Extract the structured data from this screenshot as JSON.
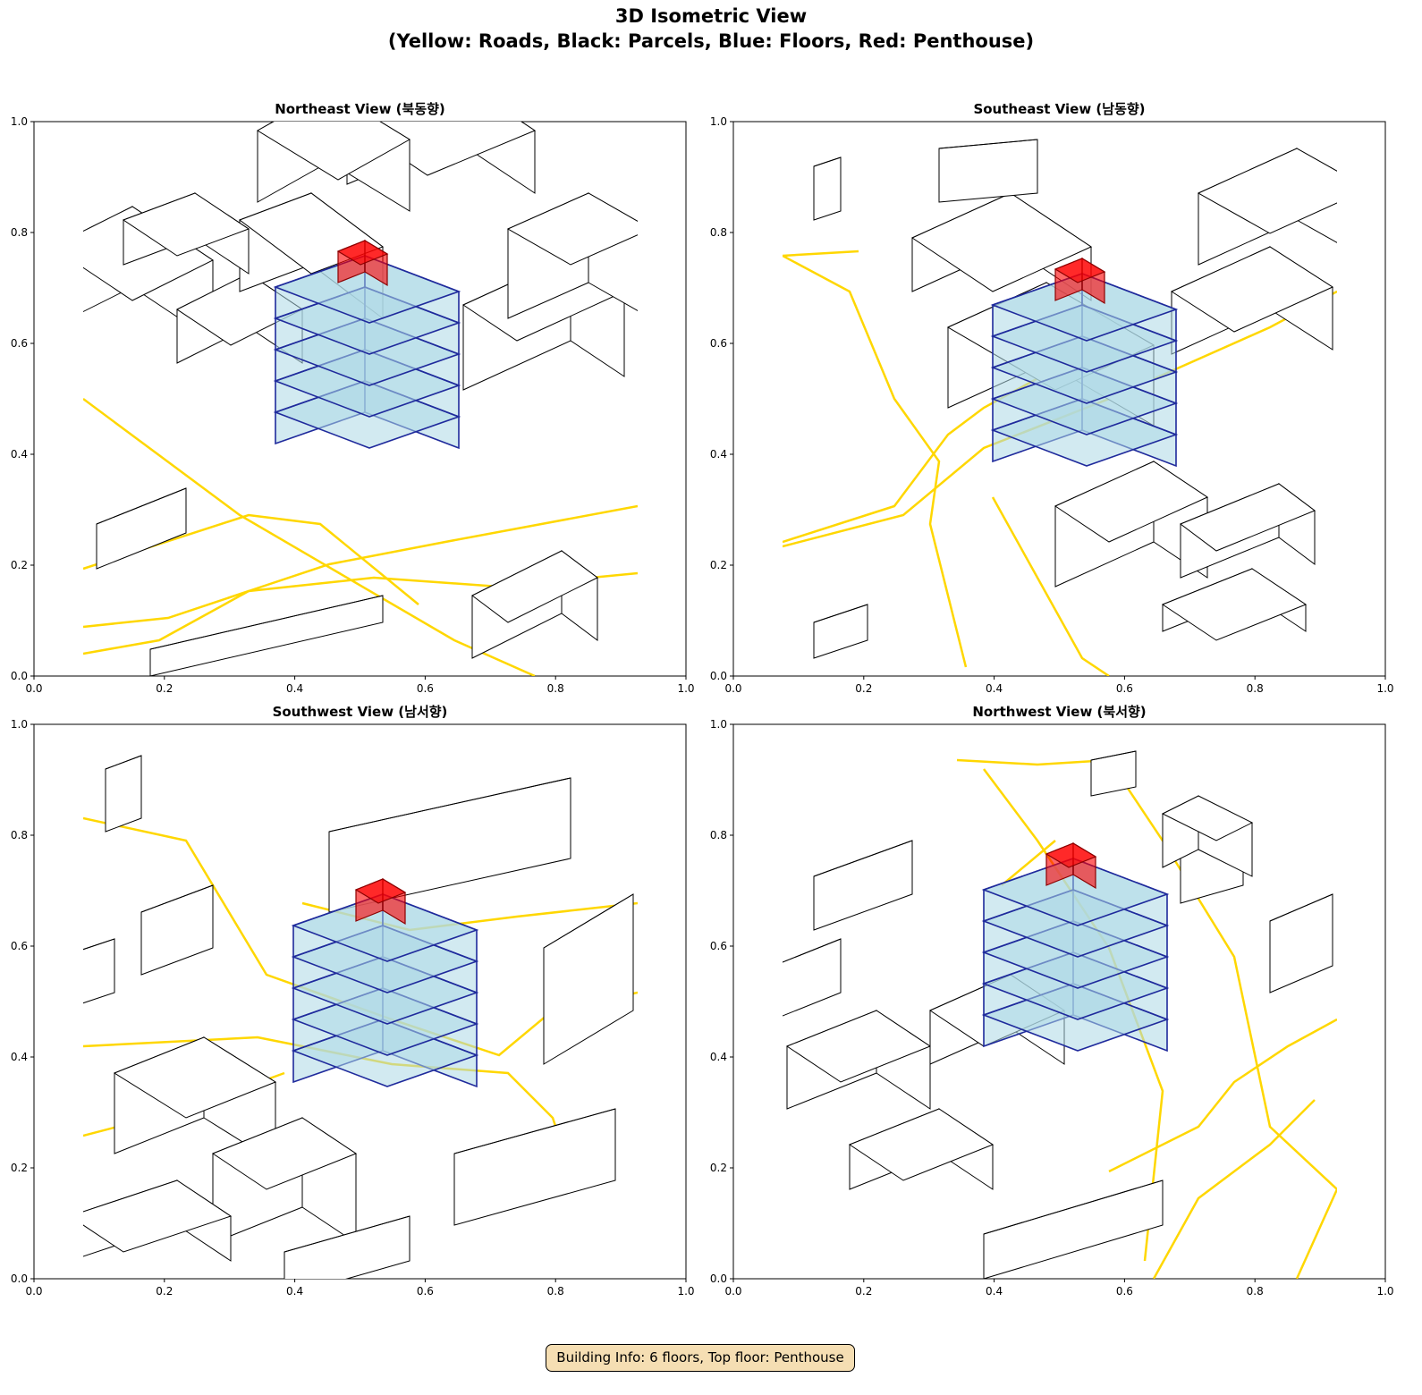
{
  "figure": {
    "title_line1": "3D Isometric View",
    "title_line2": "(Yellow: Roads, Black: Parcels, Blue: Floors, Red: Penthouse)",
    "info_box": "Building Info: 6 floors, Top floor: Penthouse"
  },
  "colors": {
    "roads": "#ffd700",
    "parcels": "#000000",
    "floors_fill": "#add8e6",
    "floors_edge": "#1f2a9c",
    "penthouse": "#ff0000",
    "info_bg": "#f5deb3"
  },
  "chart_data": {
    "type": "3d-isometric",
    "floors": 6,
    "top_floor": "Penthouse",
    "panels": [
      {
        "title": "Northeast View (북동향)",
        "xlim": [
          0,
          1
        ],
        "ylim": [
          0,
          1
        ]
      },
      {
        "title": "Southeast View (남동향)",
        "xlim": [
          0,
          1
        ],
        "ylim": [
          0,
          1
        ]
      },
      {
        "title": "Southwest View (남서향)",
        "xlim": [
          0,
          1
        ],
        "ylim": [
          0,
          1
        ]
      },
      {
        "title": "Northwest View (북서향)",
        "xlim": [
          0,
          1
        ],
        "ylim": [
          0,
          1
        ]
      }
    ],
    "ticks": [
      "0.0",
      "0.2",
      "0.4",
      "0.6",
      "0.8",
      "1.0"
    ]
  }
}
